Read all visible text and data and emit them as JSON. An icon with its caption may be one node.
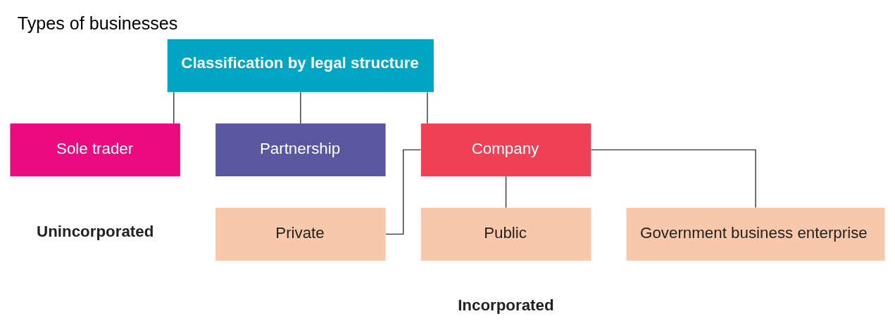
{
  "diagram": {
    "title": "Types of businesses",
    "nodes": [
      {
        "text": [
          "Classification by legal structure"
        ]
      },
      {
        "text": [
          "Sole trader"
        ]
      },
      {
        "text": [
          "Partnership"
        ]
      },
      {
        "text": [
          "Company"
        ]
      },
      {
        "text": [
          "Private"
        ]
      },
      {
        "text": [
          "Public"
        ]
      },
      {
        "text": [
          "Government business enterprise"
        ]
      }
    ],
    "edges": [
      {
        "from": 0,
        "to": 1,
        "arrow": "none"
      },
      {
        "from": 0,
        "to": 2,
        "arrow": "none"
      },
      {
        "from": 0,
        "to": 3,
        "arrow": "none"
      },
      {
        "from": 3,
        "to": 4,
        "arrow": "none"
      },
      {
        "from": 3,
        "to": 5,
        "arrow": "none"
      },
      {
        "from": 3,
        "to": 6,
        "arrow": "none"
      }
    ],
    "labels": [
      "Unincorporated",
      "Incorporated"
    ]
  }
}
